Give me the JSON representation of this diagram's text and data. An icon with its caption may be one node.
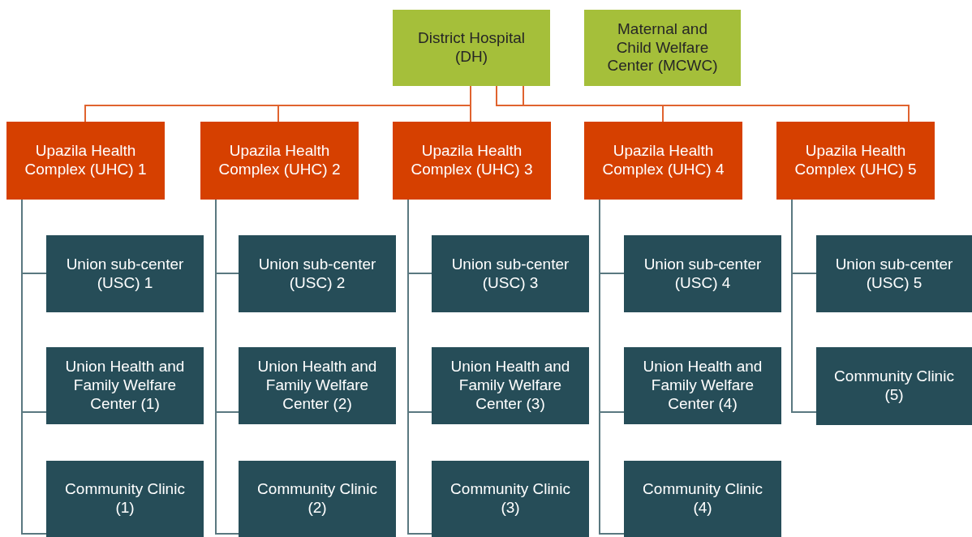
{
  "diagram": {
    "nodes": [
      {
        "text": [
          "District Hospital (DH)"
        ]
      },
      {
        "text": [
          "Maternal and Child Welfare Center (MCWC)"
        ]
      },
      {
        "text": [
          "Upazila Health Complex (UHC) 1"
        ]
      },
      {
        "text": [
          "Upazila Health Complex (UHC) 2"
        ]
      },
      {
        "text": [
          "Upazila Health Complex (UHC) 3"
        ]
      },
      {
        "text": [
          "Upazila Health Complex (UHC) 4"
        ]
      },
      {
        "text": [
          "Upazila Health Complex (UHC) 5"
        ]
      },
      {
        "text": [
          "Union sub-center (USC) 1"
        ]
      },
      {
        "text": [
          "Union Health and Family Welfare Center (1)"
        ]
      },
      {
        "text": [
          "Community Clinic (1)"
        ]
      },
      {
        "text": [
          "Union sub-center (USC) 2"
        ]
      },
      {
        "text": [
          "Union Health and Family Welfare Center (2)"
        ]
      },
      {
        "text": [
          "Community Clinic (2)"
        ]
      },
      {
        "text": [
          "Union sub-center (USC) 3"
        ]
      },
      {
        "text": [
          "Union Health and Family Welfare Center (3)"
        ]
      },
      {
        "text": [
          "Community Clinic (3)"
        ]
      },
      {
        "text": [
          "Union sub-center (USC) 4"
        ]
      },
      {
        "text": [
          "Union Health and Family Welfare Center (4)"
        ]
      },
      {
        "text": [
          "Community Clinic (4)"
        ]
      },
      {
        "text": [
          "Union sub-center (USC) 5"
        ]
      },
      {
        "text": [
          "Community Clinic (5)"
        ]
      }
    ],
    "edges": [
      {
        "from": 0,
        "to": 2,
        "arrow": "none",
        "color": "#e0632f"
      },
      {
        "from": 0,
        "to": 3,
        "arrow": "none",
        "color": "#e0632f"
      },
      {
        "from": 0,
        "to": 4,
        "arrow": "none",
        "color": "#e0632f"
      },
      {
        "from": 0,
        "to": 5,
        "arrow": "none",
        "color": "#e0632f"
      },
      {
        "from": 0,
        "to": 6,
        "arrow": "none",
        "color": "#e0632f"
      },
      {
        "from": 2,
        "to": 7,
        "arrow": "none"
      },
      {
        "from": 2,
        "to": 8,
        "arrow": "none"
      },
      {
        "from": 2,
        "to": 9,
        "arrow": "none"
      },
      {
        "from": 3,
        "to": 10,
        "arrow": "none"
      },
      {
        "from": 3,
        "to": 11,
        "arrow": "none"
      },
      {
        "from": 3,
        "to": 12,
        "arrow": "none"
      },
      {
        "from": 4,
        "to": 13,
        "arrow": "none"
      },
      {
        "from": 4,
        "to": 14,
        "arrow": "none"
      },
      {
        "from": 4,
        "to": 15,
        "arrow": "none"
      },
      {
        "from": 5,
        "to": 16,
        "arrow": "none"
      },
      {
        "from": 5,
        "to": 17,
        "arrow": "none"
      },
      {
        "from": 5,
        "to": 18,
        "arrow": "none"
      },
      {
        "from": 6,
        "to": 19,
        "arrow": "none"
      },
      {
        "from": 6,
        "to": 20,
        "arrow": "none"
      }
    ]
  }
}
